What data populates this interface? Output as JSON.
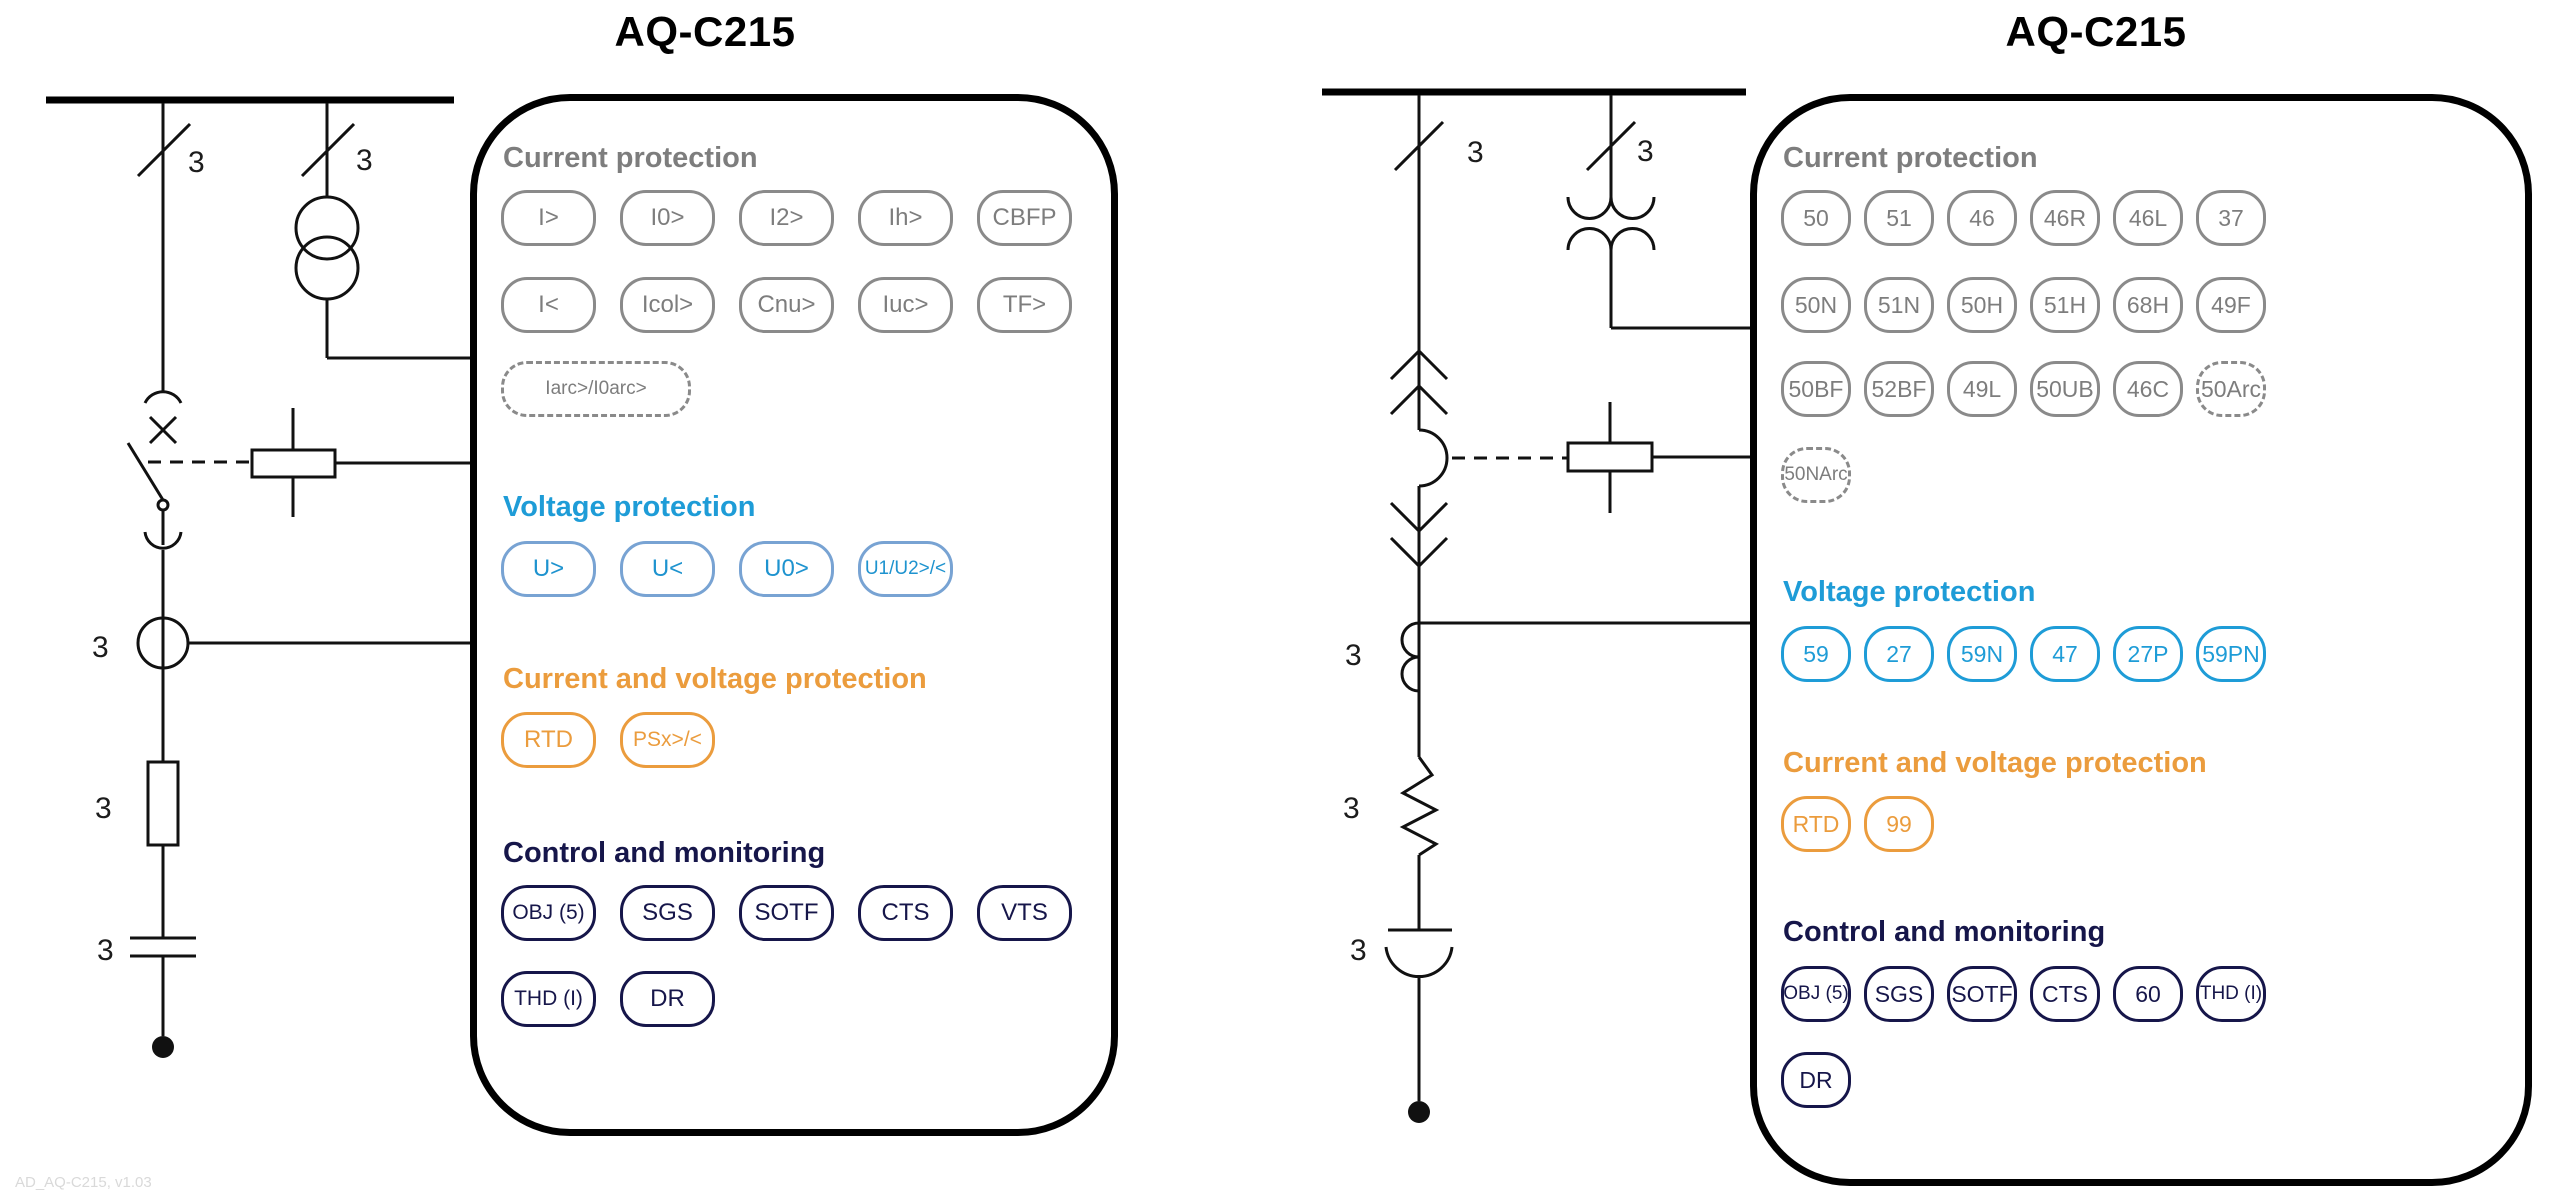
{
  "footer": {
    "version_label": "AD_AQ-C215, v1.03"
  },
  "colors": {
    "gray": "#7d7d7d",
    "blue": "#1e9cd7",
    "steel_blue": "#78a3d3",
    "orange": "#eb9c3d",
    "navy": "#16164a",
    "line": "#111111"
  },
  "left_panel": {
    "title": "AQ-C215",
    "sections": [
      {
        "label": "Current protection",
        "rows": [
          [
            "I>",
            "I0>",
            "I2>",
            "Ih>",
            "CBFP"
          ],
          [
            "I<",
            "Icol>",
            "Cnu>",
            "Iuc>",
            "TF>"
          ],
          [
            "Iarc>/I0arc>"
          ]
        ]
      },
      {
        "label": "Voltage protection",
        "rows": [
          [
            "U>",
            "U<",
            "U0>",
            "U1/U2>/<"
          ]
        ]
      },
      {
        "label": "Current and voltage protection",
        "rows": [
          [
            "RTD",
            "PSx>/<"
          ]
        ]
      },
      {
        "label": "Control and monitoring",
        "rows": [
          [
            "OBJ (5)",
            "SGS",
            "SOTF",
            "CTS",
            "VTS"
          ],
          [
            "THD (I)",
            "DR"
          ]
        ]
      }
    ],
    "phase_labels": [
      "3",
      "3",
      "3",
      "3",
      "3"
    ]
  },
  "right_panel": {
    "title": "AQ-C215",
    "sections": [
      {
        "label": "Current protection",
        "rows": [
          [
            "50",
            "51",
            "46",
            "46R",
            "46L",
            "37"
          ],
          [
            "50N",
            "51N",
            "50H",
            "51H",
            "68H",
            "49F"
          ],
          [
            "50BF",
            "52BF",
            "49L",
            "50UB",
            "46C",
            "50Arc"
          ],
          [
            "50NArc"
          ]
        ]
      },
      {
        "label": "Voltage protection",
        "rows": [
          [
            "59",
            "27",
            "59N",
            "47",
            "27P",
            "59PN"
          ]
        ]
      },
      {
        "label": "Current and voltage protection",
        "rows": [
          [
            "RTD",
            "99"
          ]
        ]
      },
      {
        "label": "Control and monitoring",
        "rows": [
          [
            "OBJ (5)",
            "SGS",
            "SOTF",
            "CTS",
            "60",
            "THD (I)"
          ],
          [
            "DR"
          ]
        ]
      }
    ],
    "phase_labels": [
      "3",
      "3",
      "3",
      "3",
      "3"
    ]
  },
  "dashed_pills": [
    "Iarc>/I0arc>",
    "50Arc",
    "50NArc"
  ]
}
